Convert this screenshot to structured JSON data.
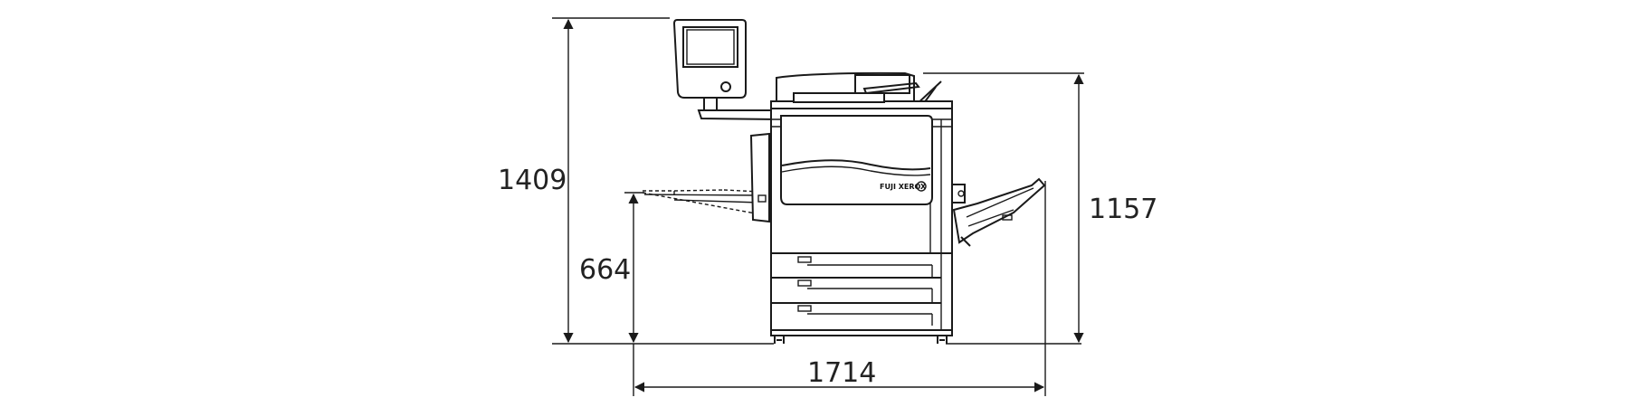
{
  "diagram": {
    "dimensions": {
      "total_height": "1409",
      "tray_height": "664",
      "body_height": "1157",
      "total_width": "1714"
    },
    "logo": "FUJI XEROX"
  },
  "colors": {
    "line": "#1a1a1a",
    "background": "#ffffff"
  }
}
